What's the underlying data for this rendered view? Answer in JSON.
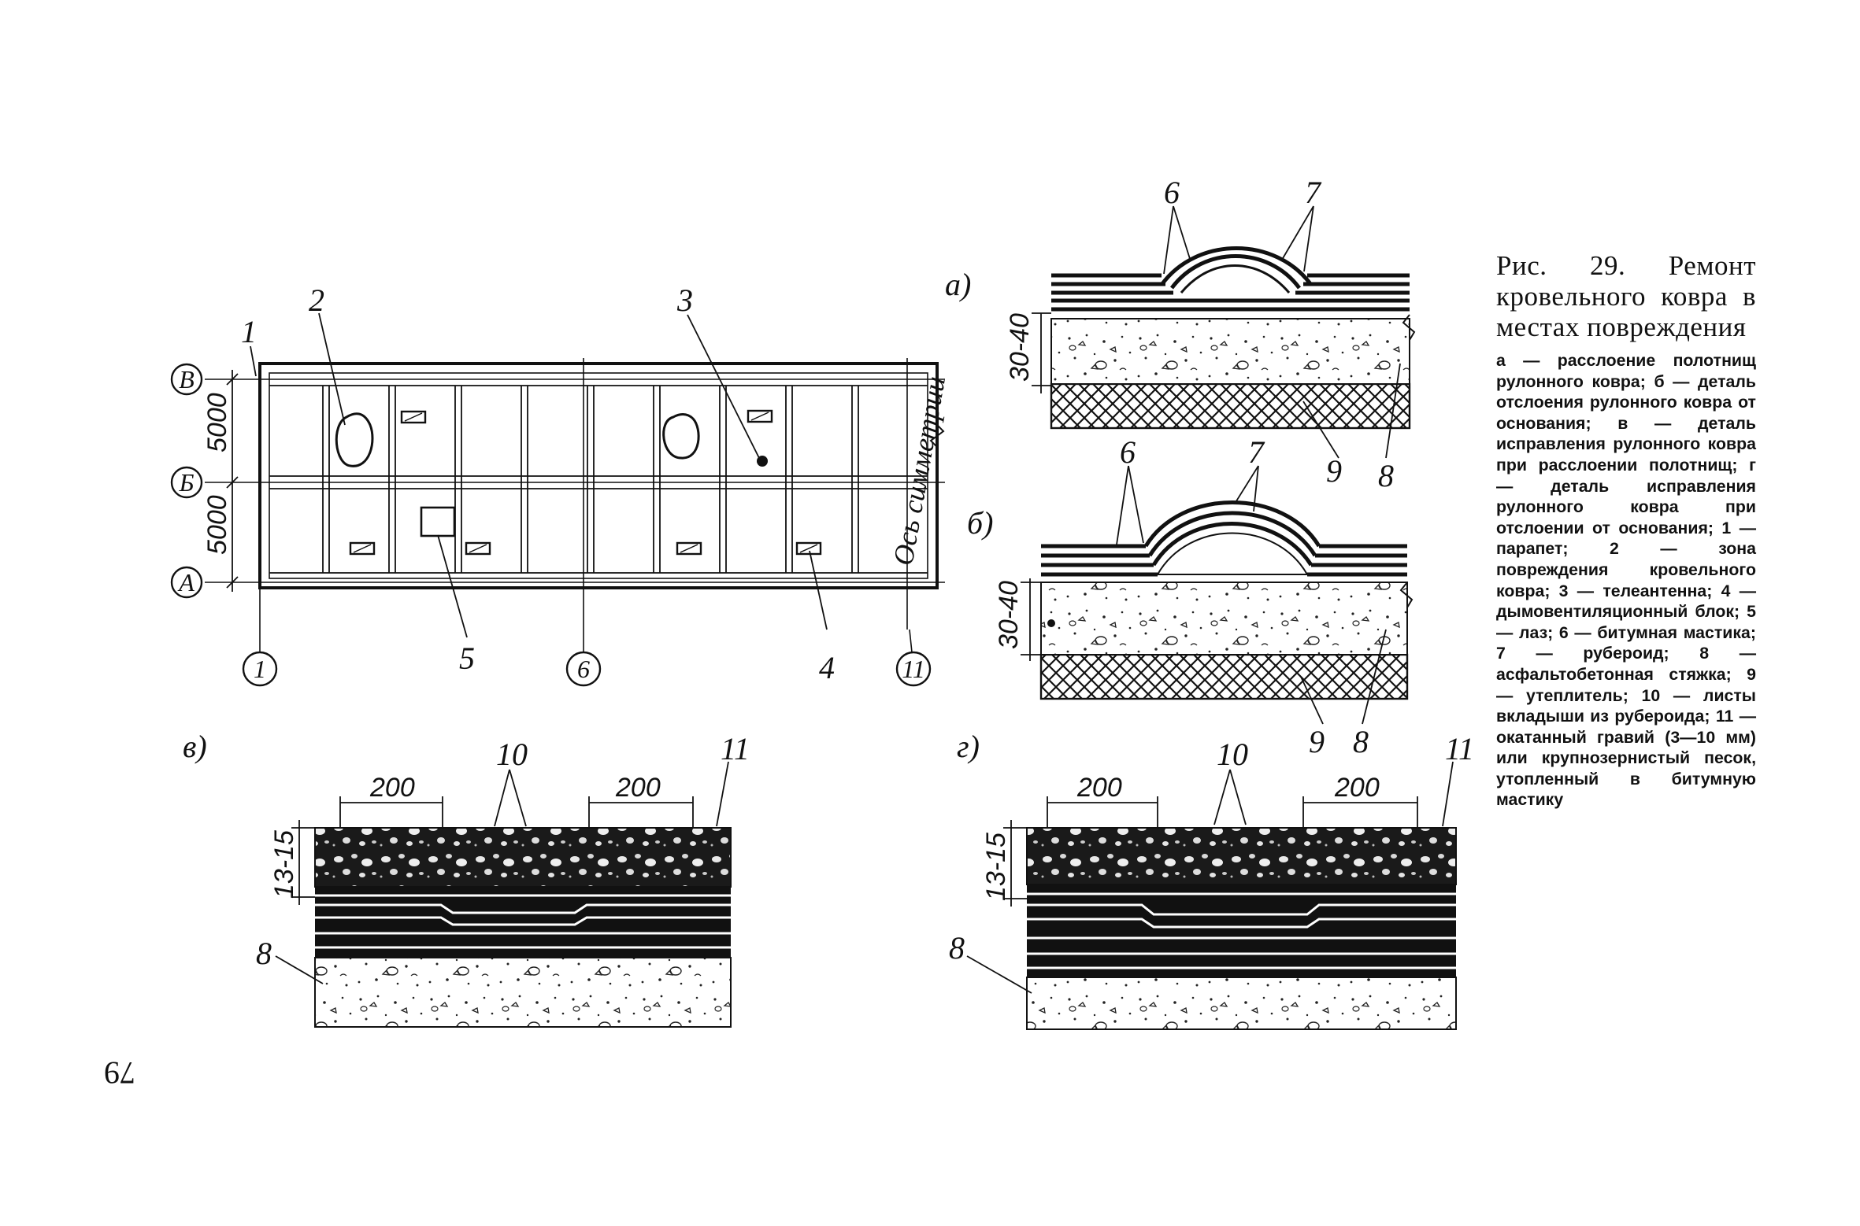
{
  "figure": {
    "page_number": "79",
    "caption_title": "Рис. 29. Ремонт кровельного ковра в местах повреждения",
    "caption_body": "а — расслоение полотнищ рулонного ковра; б — деталь отслоения рулонного ковра от основания; в — деталь исправления рулонного ковра при расслоении полотнищ; г — деталь исправления рулонного ковра при отслоении от основания; 1 — парапет; 2 — зона повреждения кровельного ковра; 3 — телеантенна; 4 — дымовентиляционный блок; 5 — лаз; 6 — битумная мастика; 7 — рубероид; 8 — асфальтобетонная стяжка; 9 — утеплитель; 10 — листы вкладыши из рубероида; 11 — окатанный гравий (3—10 мм) или крупнозернистый песок, утопленный в битумную мастику"
  },
  "plan": {
    "row_axes": [
      "В",
      "Б",
      "А"
    ],
    "col_axes": [
      "1",
      "6",
      "11"
    ],
    "dim_upper": "5000",
    "dim_lower": "5000",
    "symmetry_label": "Ось симметрии",
    "callouts": [
      "1",
      "2",
      "3",
      "4",
      "5"
    ]
  },
  "detail_a": {
    "letter": "а)",
    "dim": "30-40",
    "callouts": [
      "6",
      "7",
      "9",
      "8"
    ]
  },
  "detail_b": {
    "letter": "б)",
    "dim": "30-40",
    "callouts": [
      "6",
      "7",
      "9",
      "8"
    ]
  },
  "detail_v": {
    "letter": "в)",
    "dim_left": "200",
    "dim_right": "200",
    "thickness": "13-15",
    "callouts": [
      "10",
      "11",
      "8"
    ]
  },
  "detail_g": {
    "letter": "г)",
    "dim_left": "200",
    "dim_right": "200",
    "thickness": "13-15",
    "callouts": [
      "10",
      "11",
      "8"
    ]
  }
}
